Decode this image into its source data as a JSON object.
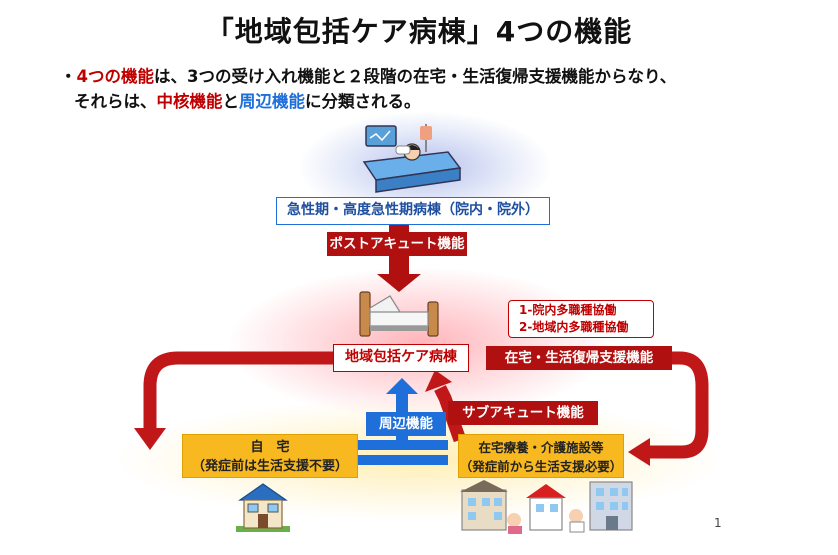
{
  "title": "「地域包括ケア病棟」4つの機能",
  "description": {
    "bullet": "・",
    "four_functions": "4つの機能",
    "line1_rest": "は、3つの受け入れ機能と２段階の在宅・生活復帰支援機能からなり、",
    "line2_prefix": "それらは、",
    "core_functions": "中核機能",
    "and": "と",
    "peripheral_functions": "周辺機能",
    "line2_suffix": "に分類される。"
  },
  "boxes": {
    "acute_ward": "急性期・高度急性期病棟（院内・院外）",
    "community_care_ward": "地域包括ケア病棟",
    "home_title": "自　宅",
    "home_sub": "（発症前は生活支援不要）",
    "facility_title": "在宅療養・介護施設等",
    "facility_sub": "（発症前から生活支援必要）"
  },
  "tags": {
    "post_acute": "ポストアキュート機能",
    "home_return": "在宅・生活復帰支援機能",
    "sub_acute": "サブアキュート機能",
    "peripheral": "周辺機能"
  },
  "collaboration": {
    "item1": "1-院内多職種協働",
    "item2": "2-地域内多職種協働"
  },
  "page_number": "1",
  "colors": {
    "core_red": "#c00000",
    "peripheral_blue": "#1e6fd9",
    "home_yellow": "#f8b820"
  },
  "icons": [
    "patient-bed-icon",
    "hospital-bed-icon",
    "house-icon",
    "facility-buildings-icon"
  ]
}
